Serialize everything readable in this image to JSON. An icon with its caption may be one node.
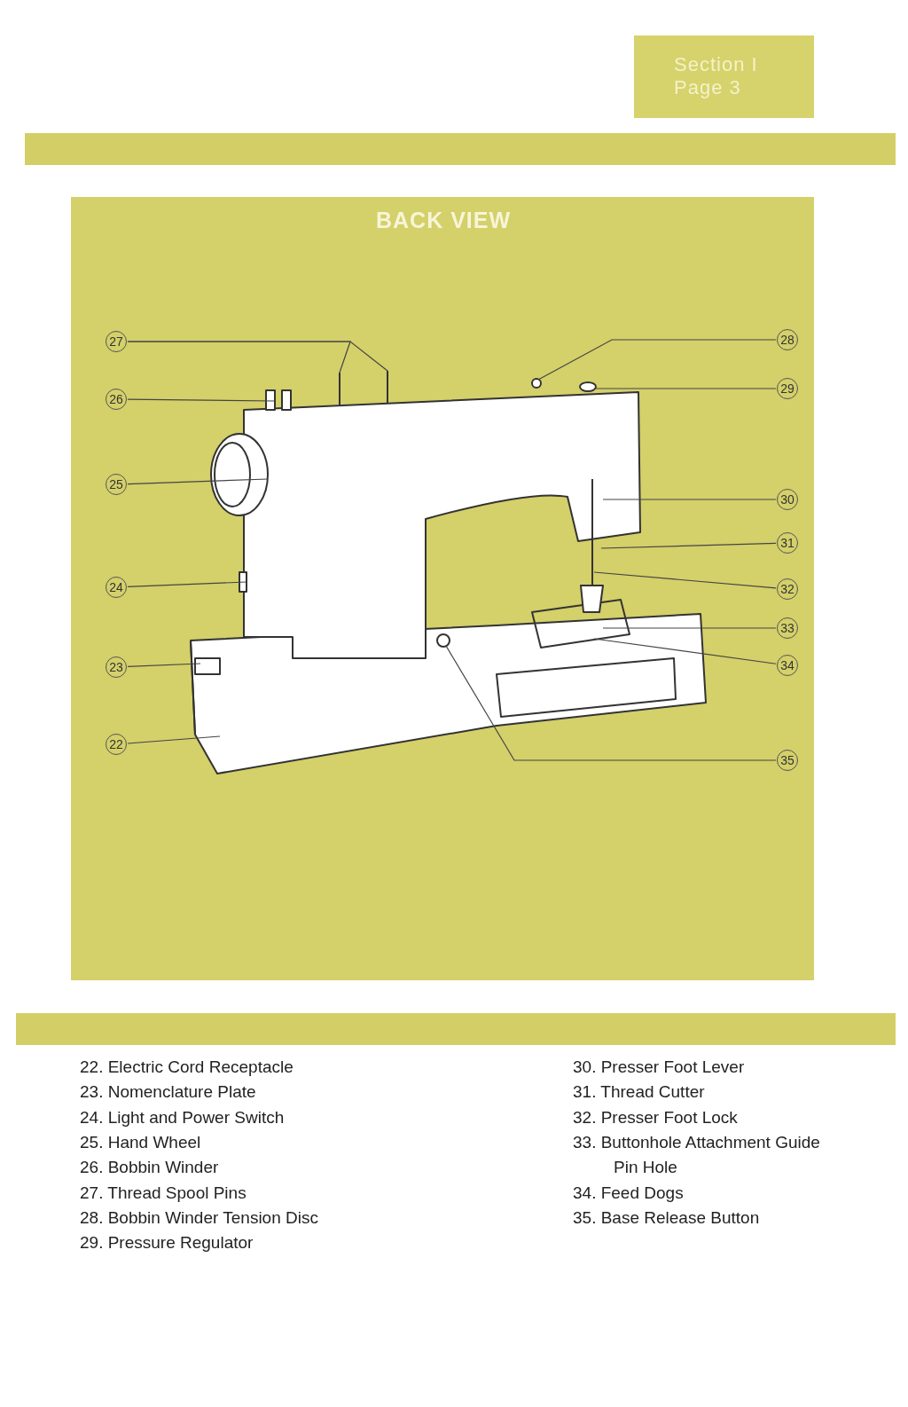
{
  "diagram": {
    "title": "BACK VIEW",
    "nodes": [
      {
        "text": [],
        "shape": "bar"
      },
      {
        "text": [
          "27"
        ]
      },
      {
        "text": [
          "28"
        ]
      },
      {
        "text": [
          "26"
        ]
      },
      {
        "text": [
          "29"
        ]
      },
      {
        "text": [
          "25"
        ]
      },
      {
        "text": [
          "30"
        ]
      },
      {
        "text": [
          "31"
        ]
      },
      {
        "text": [
          "24"
        ]
      },
      {
        "text": [
          "32"
        ]
      },
      {
        "text": [
          "33"
        ]
      },
      {
        "text": [
          "23"
        ]
      },
      {
        "text": [
          "34"
        ]
      },
      {
        "text": [
          "22"
        ]
      },
      {
        "text": [
          "35"
        ]
      },
      {
        "text": [],
        "shape": "bar"
      }
    ],
    "edges": [
      {
        "from": 1,
        "to": null,
        "arrow": "none"
      },
      {
        "from": 1,
        "to": null,
        "arrow": "none"
      },
      {
        "from": 2,
        "to": null,
        "arrow": "none"
      },
      {
        "from": 3,
        "to": null,
        "arrow": "none"
      },
      {
        "from": 4,
        "to": null,
        "arrow": "none"
      },
      {
        "from": 5,
        "to": null,
        "arrow": "none"
      },
      {
        "from": 6,
        "to": null,
        "arrow": "none"
      },
      {
        "from": 7,
        "to": null,
        "arrow": "none"
      },
      {
        "from": 8,
        "to": null,
        "arrow": "none"
      },
      {
        "from": 9,
        "to": null,
        "arrow": "none"
      },
      {
        "from": 10,
        "to": null,
        "arrow": "none"
      },
      {
        "from": 11,
        "to": null,
        "arrow": "none"
      },
      {
        "from": 12,
        "to": null,
        "arrow": "none"
      },
      {
        "from": 13,
        "to": null,
        "arrow": "none"
      },
      {
        "from": 14,
        "to": null,
        "arrow": "none"
      }
    ],
    "labels": [
      "Section I",
      "Page 3",
      "22. Electric Cord Receptacle",
      "23. Nomenclature Plate",
      "24. Light and Power Switch",
      "25. Hand Wheel",
      "26. Bobbin Winder",
      "27. Thread Spool Pins",
      "28. Bobbin Winder Tension Disc",
      "29. Pressure Regulator",
      "30. Presser Foot Lever",
      "31. Thread Cutter",
      "32. Presser Foot Lock",
      "33. Buttonhole Attachment Guide Pin Hole",
      "34. Feed Dogs",
      "35. Base Release Button"
    ]
  }
}
